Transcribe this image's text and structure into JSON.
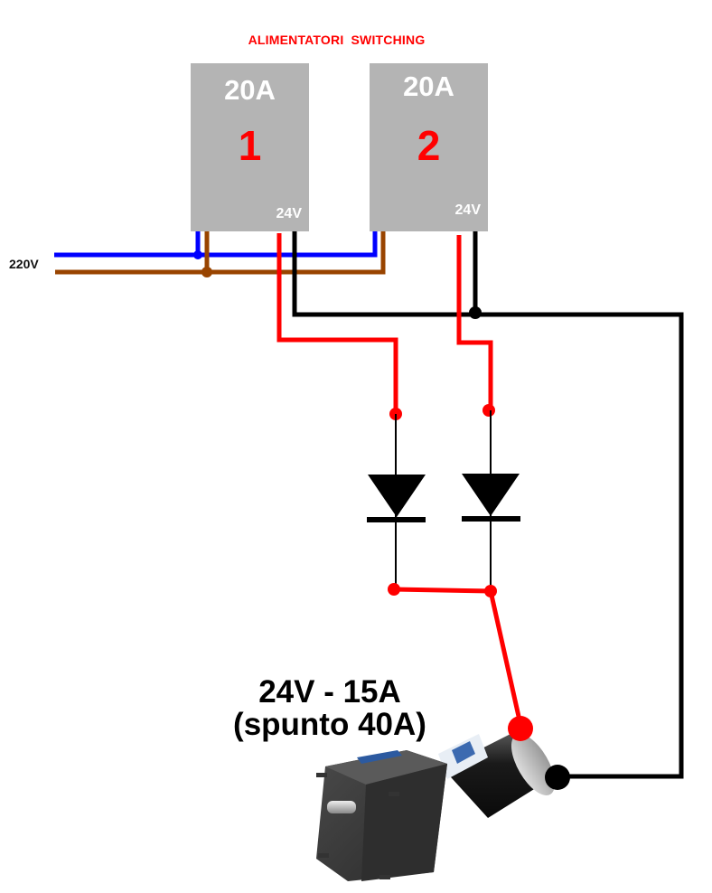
{
  "title": "ALIMENTATORI  SWITCHING",
  "power_supplies": [
    {
      "current": "20A",
      "number": "1",
      "output_voltage": "24V"
    },
    {
      "current": "20A",
      "number": "2",
      "output_voltage": "24V"
    }
  ],
  "mains_label": "220V",
  "motor": {
    "rating": "24V - 15A",
    "inrush": "(spunto 40A)"
  },
  "colors": {
    "title": "#ff0000",
    "psu_body": "#b4b4b4",
    "neutral_wire": "#0000ff",
    "live_wire": "#994400",
    "positive_wire": "#ff0000",
    "negative_wire": "#000000"
  }
}
